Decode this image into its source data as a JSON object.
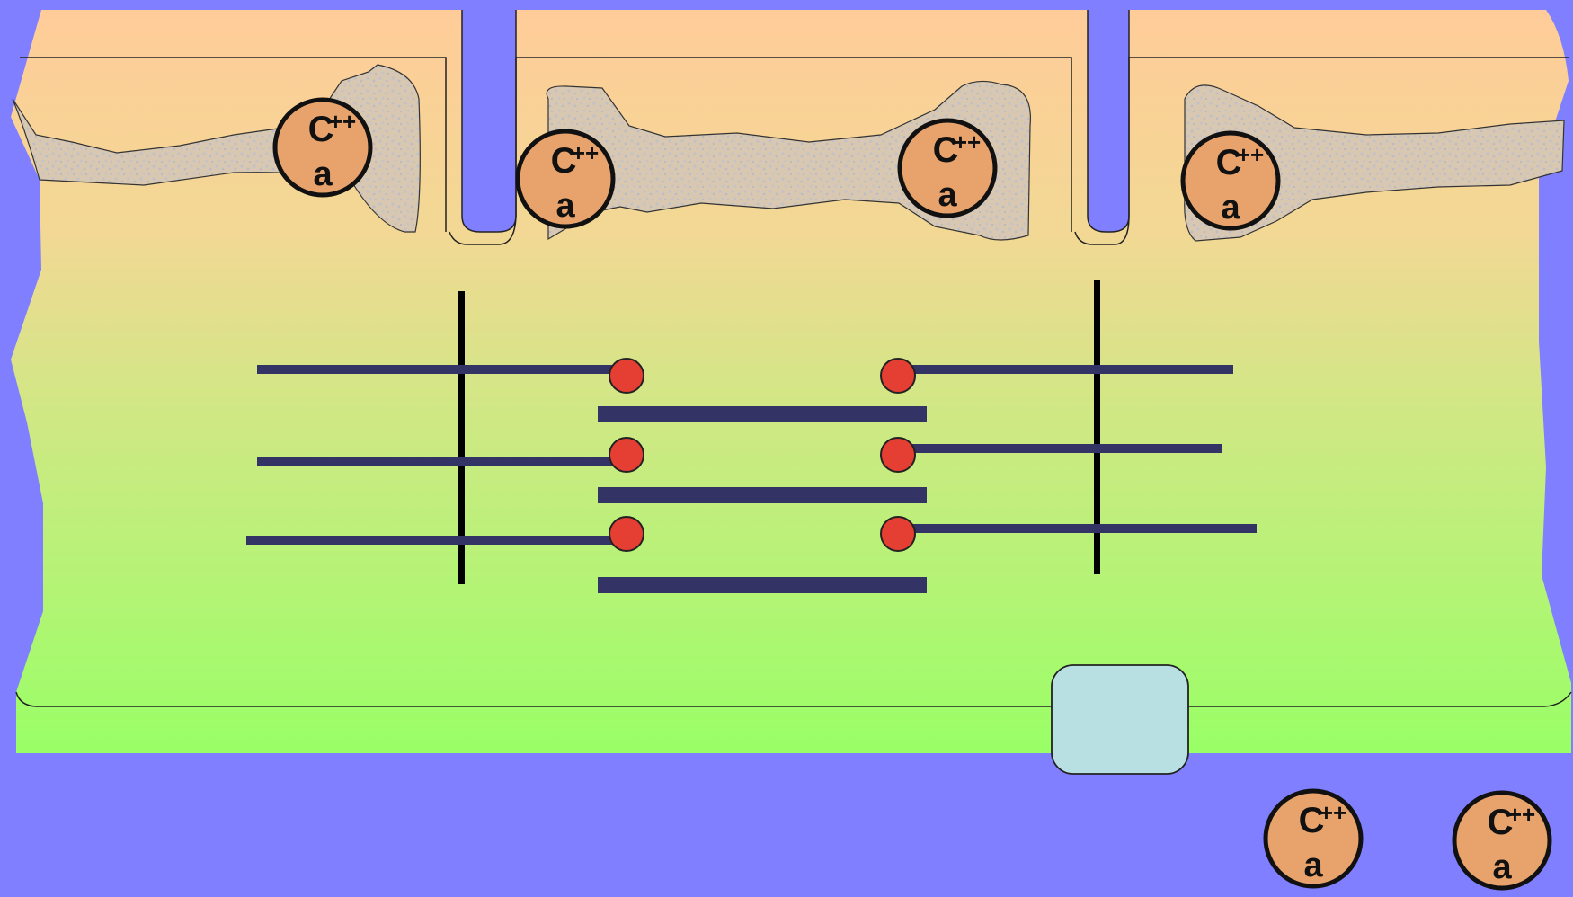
{
  "diagram": {
    "colors": {
      "background": "#7f7fff",
      "cell_top": "#ffcc99",
      "cell_bottom": "#99ff66",
      "reticulum": "#d9c9b4",
      "ion_fill": "#e8a36c",
      "ion_stroke": "#111111",
      "thin_filament": "#333366",
      "thick_filament": "#333366",
      "myosin_head": "#e53e33",
      "z_line": "#000000",
      "pump": "#b8e0e2"
    },
    "calcium_ion": {
      "label_top": "C",
      "label_charge": "++",
      "label_bottom": "a"
    },
    "ions_count": 6
  }
}
